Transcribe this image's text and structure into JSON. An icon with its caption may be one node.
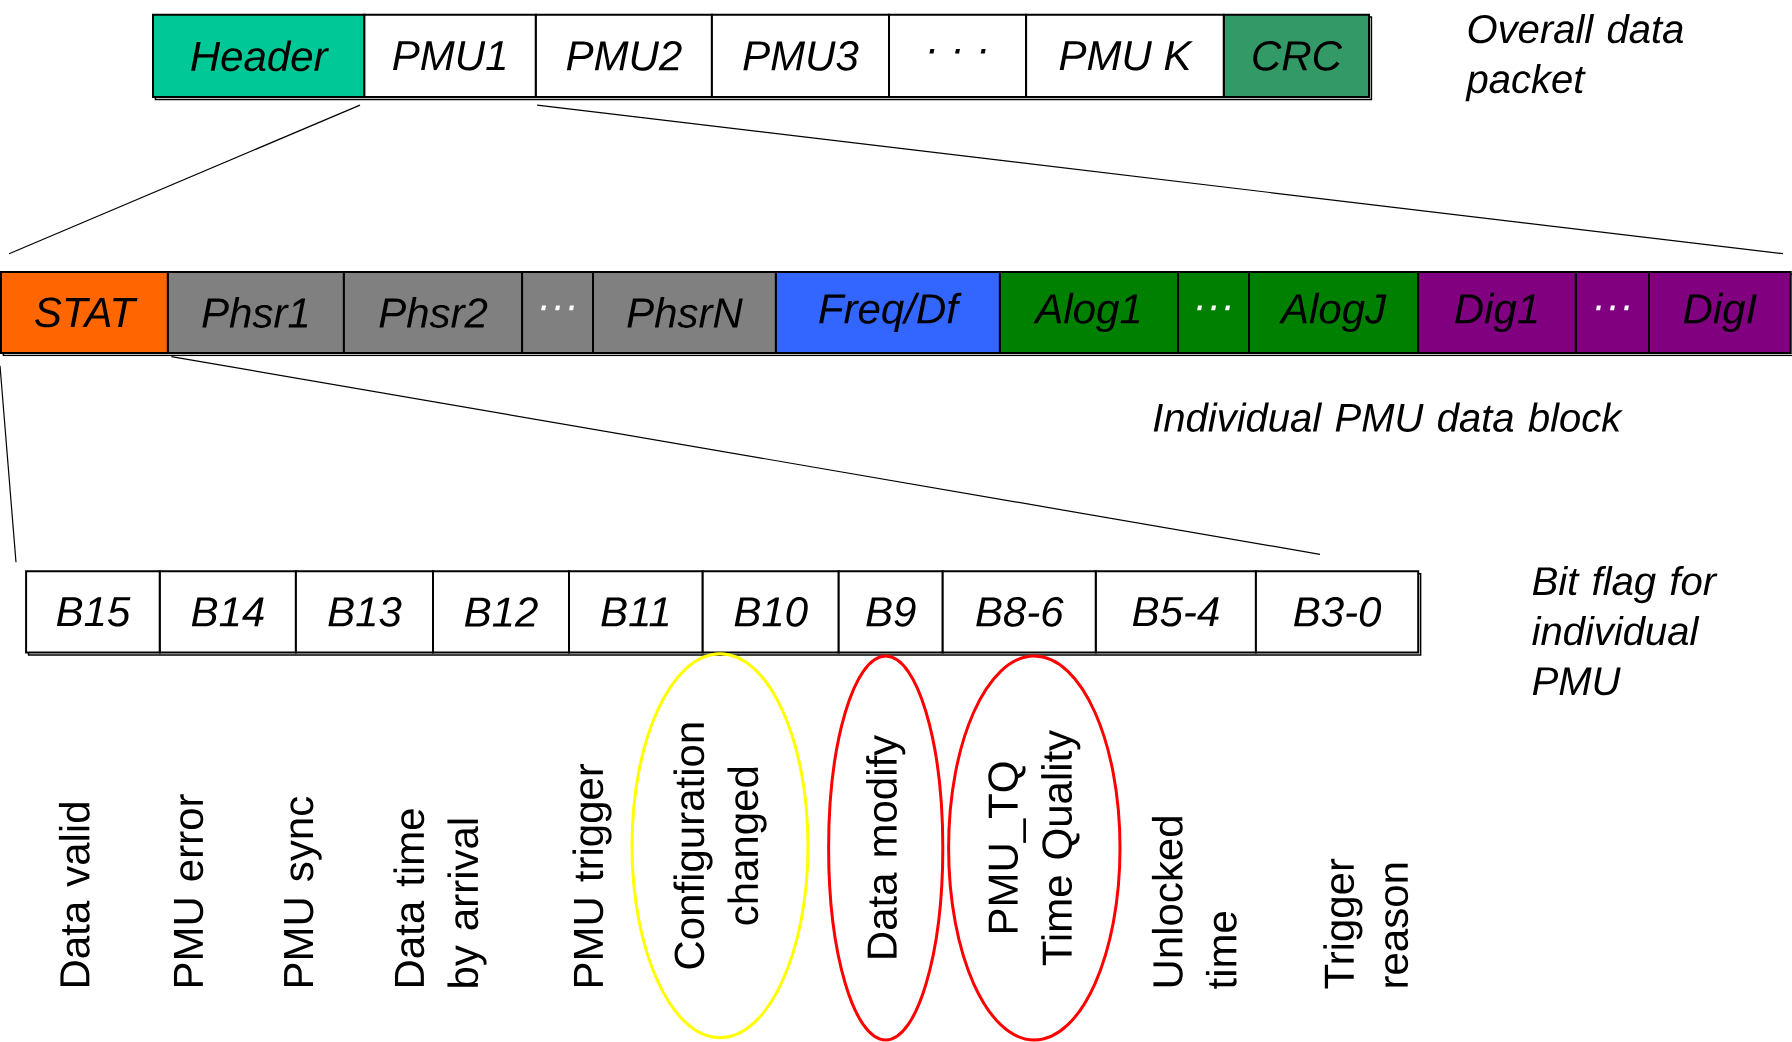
{
  "diagram": {
    "nodes": [
      {
        "text": [
          "Header"
        ]
      },
      {
        "text": [
          "PMU1"
        ]
      },
      {
        "text": [
          "PMU2"
        ]
      },
      {
        "text": [
          "PMU3"
        ]
      },
      {
        "text": [
          "· · ·"
        ]
      },
      {
        "text": [
          "PMU K"
        ]
      },
      {
        "text": [
          "CRC"
        ]
      },
      {
        "text": [
          "STAT"
        ]
      },
      {
        "text": [
          "Phsr1"
        ]
      },
      {
        "text": [
          "Phsr2"
        ]
      },
      {
        "text": [
          "···"
        ]
      },
      {
        "text": [
          "PhsrN"
        ]
      },
      {
        "text": [
          "Freq/Df"
        ]
      },
      {
        "text": [
          "Alog1"
        ]
      },
      {
        "text": [
          "···"
        ]
      },
      {
        "text": [
          "AlogJ"
        ]
      },
      {
        "text": [
          "Dig1"
        ]
      },
      {
        "text": [
          "···"
        ]
      },
      {
        "text": [
          "DigI"
        ]
      },
      {
        "text": [
          "B15"
        ]
      },
      {
        "text": [
          "B14"
        ]
      },
      {
        "text": [
          "B13"
        ]
      },
      {
        "text": [
          "B12"
        ]
      },
      {
        "text": [
          "B11"
        ]
      },
      {
        "text": [
          "B10"
        ]
      },
      {
        "text": [
          "B9"
        ]
      },
      {
        "text": [
          "B8-6"
        ]
      },
      {
        "text": [
          "B5-4"
        ]
      },
      {
        "text": [
          "B3-0"
        ]
      },
      {
        "text": [
          "Configuration changed"
        ]
      },
      {
        "text": [
          "Data modify"
        ]
      },
      {
        "text": [
          "PMU_TQ Time Quality"
        ]
      }
    ],
    "labels": [
      "Overall data packet",
      "Individual PMU data block",
      "Bit flag for individual PMU",
      "Data valid",
      "PMU error",
      "PMU sync",
      "Data time by arrival",
      "PMU trigger",
      "Unlocked time",
      "Trigger reason"
    ]
  }
}
